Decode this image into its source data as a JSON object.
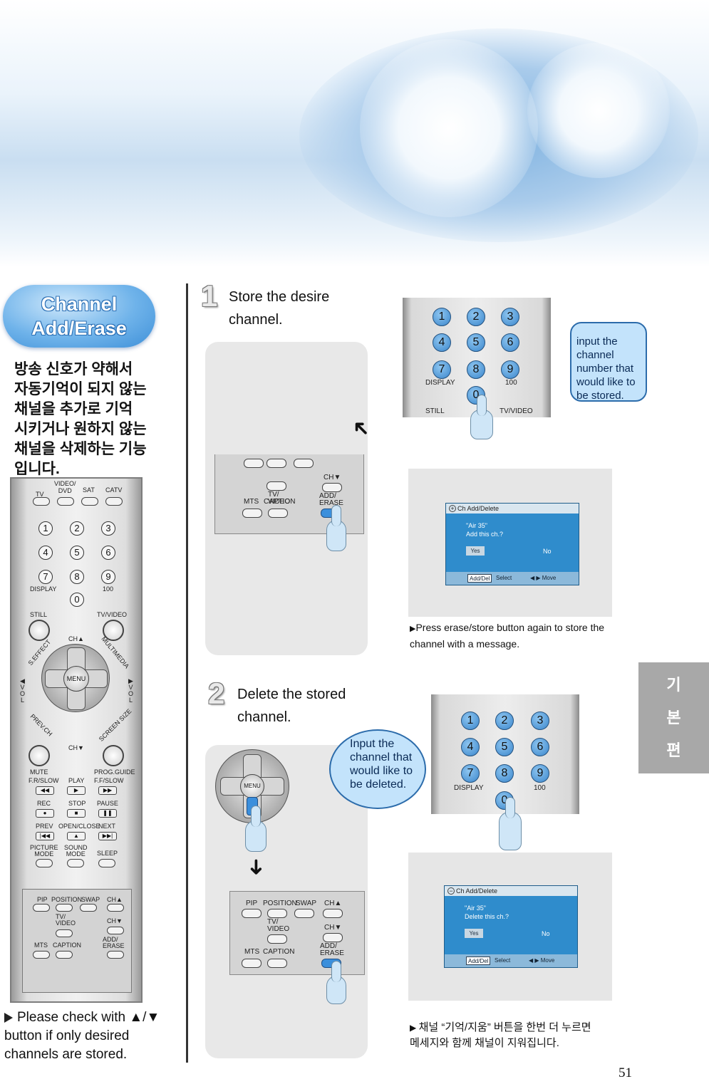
{
  "section_title": {
    "line1": "Channel",
    "line2": "Add/Erase"
  },
  "korean_intro": "방송 신호가 약해서 자동기억이 되지 않는 채널을 추가로 기억 시키거나 원하지 않는 채널을 삭제하는 기능입니다.",
  "side_tab": [
    "기",
    "본",
    "편"
  ],
  "page_number": "51",
  "left_note": {
    "text_before": "Please check with",
    "symbols": "▲/▼",
    "text_after": "button if only desired channels are stored."
  },
  "remote": {
    "source_labels": [
      "TV",
      "VIDEO/\nDVD",
      "SAT",
      "CATV"
    ],
    "numbers": [
      "1",
      "2",
      "3",
      "4",
      "5",
      "6",
      "7",
      "8",
      "9",
      "0"
    ],
    "display_label": "DISPLAY",
    "hundred_label": "100",
    "still_label": "STILL",
    "tvvideo_label": "TV/VIDEO",
    "ch_up": "CH▲",
    "ch_down": "CH▼",
    "seffect": "S.EFFECT",
    "multimedia": "MULTIMEDIA",
    "vol_left": "◀\nV\nO\nL",
    "vol_right": "▶\nV\nO\nL",
    "menu": "MENU",
    "prevch": "PREV.CH",
    "screensize": "SCREEN SIZE",
    "mute": "MUTE",
    "progguide": "PROG.GUIDE",
    "row_transport1": [
      "F.R/SLOW",
      "PLAY",
      "F.F/SLOW"
    ],
    "row_transport2": [
      "REC",
      "STOP",
      "PAUSE"
    ],
    "row_transport3": [
      "PREV",
      "OPEN/CLOSE",
      "NEXT"
    ],
    "row_modes": [
      "PICTURE\nMODE",
      "SOUND\nMODE",
      "SLEEP"
    ],
    "panel_labels": {
      "pip": "PIP",
      "position": "POSITION",
      "swap": "SWAP",
      "ch_up": "CH▲",
      "tvvideo": "TV/\nVIDEO",
      "ch_down": "CH▼",
      "mts": "MTS",
      "caption": "CAPTION",
      "adderase": "ADD/\nERASE"
    }
  },
  "step1": {
    "number": "1",
    "text": "Store the desire channel.",
    "bubble": "input the channel number that would like to be stored.",
    "note": "Press erase/store button again to store the channel with a message.",
    "osd": {
      "title": "Ch  Add/Delete",
      "icon": "+",
      "line1": "\"Air  35\"",
      "line2": "Add this ch.?",
      "yes": "Yes",
      "no": "No",
      "foot_tag": "Add/Del",
      "foot_select": "Select",
      "foot_move": "◀ ▶ Move"
    }
  },
  "step2": {
    "number": "2",
    "text": "Delete the stored channel.",
    "bubble": "Input the channel that would like to be deleted.",
    "note": "채널 “기억/지움” 버튼을 한번 더 누르면 메세지와 함께 채널이 지워집니다.",
    "osd": {
      "title": "Ch  Add/Delete",
      "icon": "−",
      "line1": "\"Air  35\"",
      "line2": "Delete this ch.?",
      "yes": "Yes",
      "no": "No",
      "foot_tag": "Add/Del",
      "foot_select": "Select",
      "foot_move": "◀ ▶ Move"
    }
  },
  "keypad_closeup": {
    "numbers": [
      "1",
      "2",
      "3",
      "4",
      "5",
      "6",
      "7",
      "8",
      "9",
      "0"
    ],
    "display": "DISPLAY",
    "hundred": "100",
    "still": "STILL",
    "tvvideo": "TV/VIDEO"
  },
  "colors": {
    "accent_blue": "#3b8fdc",
    "osd_blue": "#2f8ccc",
    "tab_grey": "#a8a8a8"
  }
}
